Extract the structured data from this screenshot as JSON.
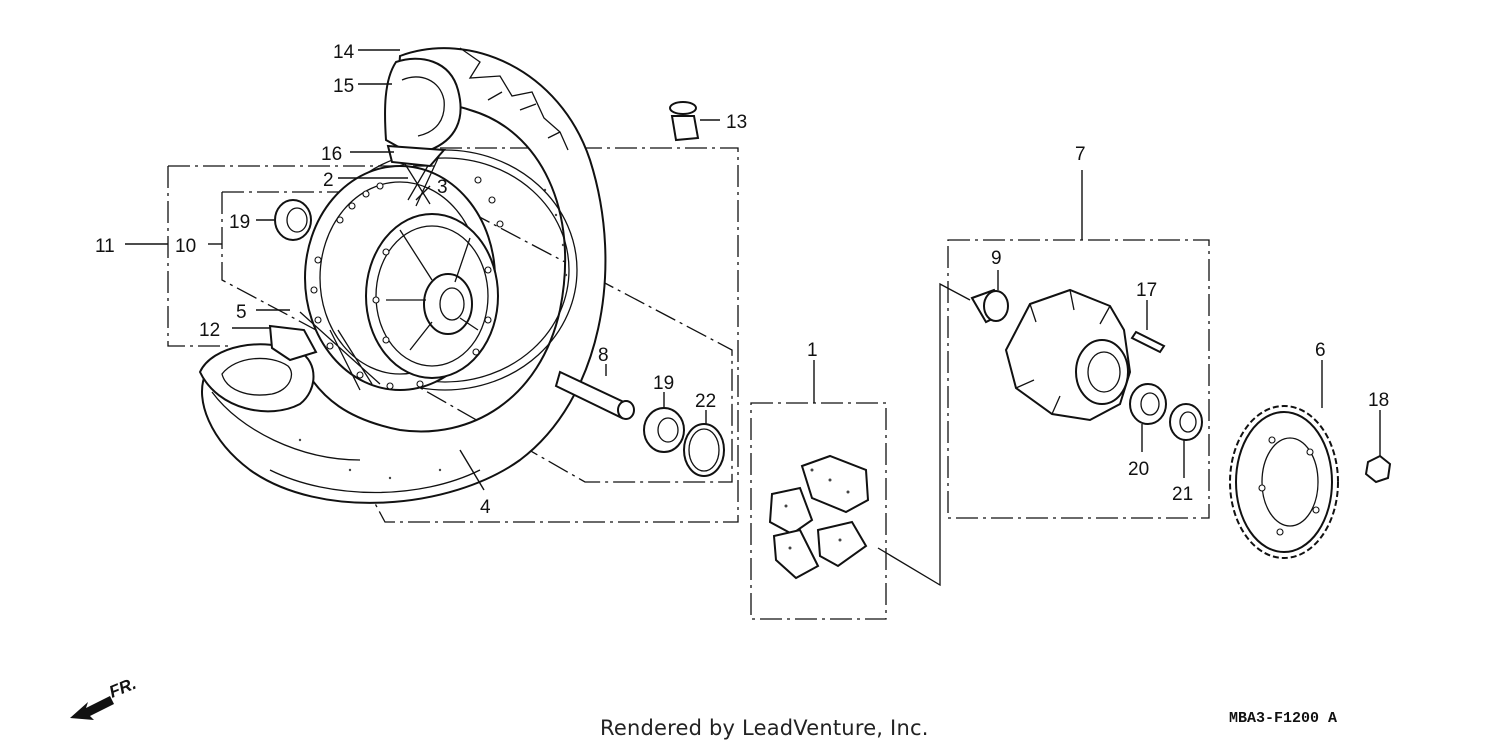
{
  "callouts": {
    "c1": "1",
    "c2": "2",
    "c3": "3",
    "c4": "4",
    "c5": "5",
    "c6": "6",
    "c7": "7",
    "c8": "8",
    "c9": "9",
    "c10": "10",
    "c11": "11",
    "c12": "12",
    "c13": "13",
    "c14": "14",
    "c15": "15",
    "c16": "16",
    "c17": "17",
    "c18": "18",
    "c19a": "19",
    "c19b": "19",
    "c20": "20",
    "c21": "21",
    "c22": "22"
  },
  "direction_label": "FR.",
  "credit": "Rendered by LeadVenture, Inc.",
  "diagram_code": "MBA3-F1200 A",
  "icons": {
    "front_arrow": "front-direction-arrow-icon"
  },
  "colors": {
    "ink": "#111111",
    "background": "#ffffff"
  }
}
